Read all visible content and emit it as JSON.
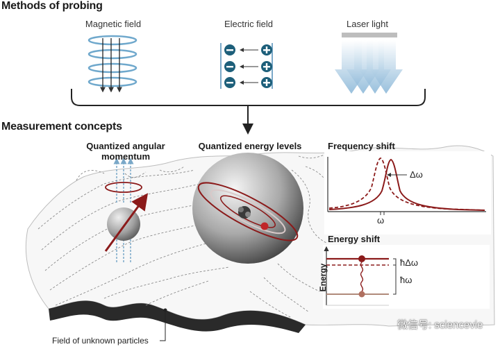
{
  "methods": {
    "title": "Methods of probing",
    "items": [
      {
        "label": "Magnetic field",
        "icon": "magnetic-field-icon"
      },
      {
        "label": "Electric field",
        "icon": "electric-field-icon"
      },
      {
        "label": "Laser light",
        "icon": "laser-light-icon"
      }
    ]
  },
  "concepts": {
    "title": "Measurement concepts",
    "angular_momentum": "Quantized angular momentum",
    "energy_levels": "Quantized energy levels",
    "frequency_shift": {
      "title": "Frequency shift",
      "delta": "Δω",
      "axis": "ω"
    },
    "energy_shift": {
      "title": "Energy shift",
      "axis": "Energy",
      "delta_label": "ħΔω",
      "omega_label": "ħω"
    }
  },
  "field_label": "Field of unknown particles",
  "watermark": "微信号: sciencevie",
  "colors": {
    "accent": "#8b1a1a",
    "blue": "#5aa0c8",
    "grey": "#9a9a9a"
  }
}
